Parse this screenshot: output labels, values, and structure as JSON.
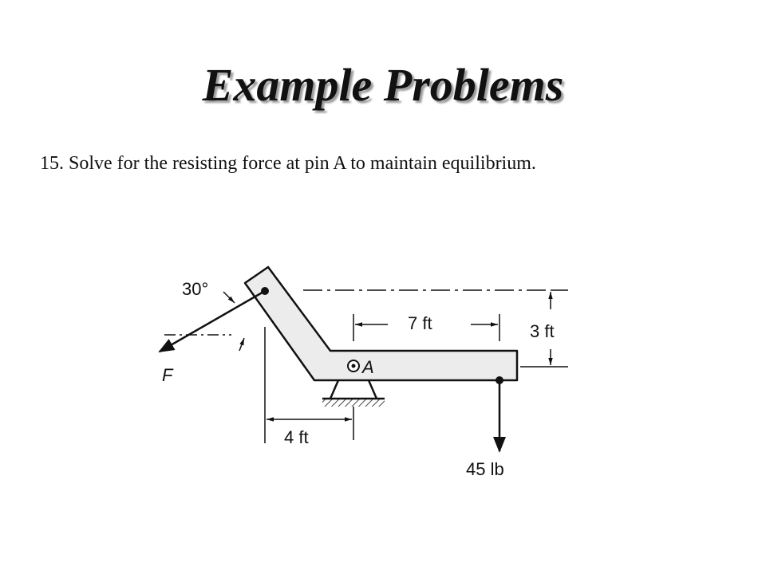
{
  "title": "Example Problems",
  "problem": {
    "number": "15.",
    "text": "Solve for the resisting force at pin A to maintain equilibrium."
  },
  "diagram": {
    "angle_label": "30°",
    "force_label": "F",
    "pin_label": "A",
    "dim_horizontal_right": "7 ft",
    "dim_vertical": "3 ft",
    "dim_horizontal_left": "4 ft",
    "load_label": "45 lb"
  }
}
